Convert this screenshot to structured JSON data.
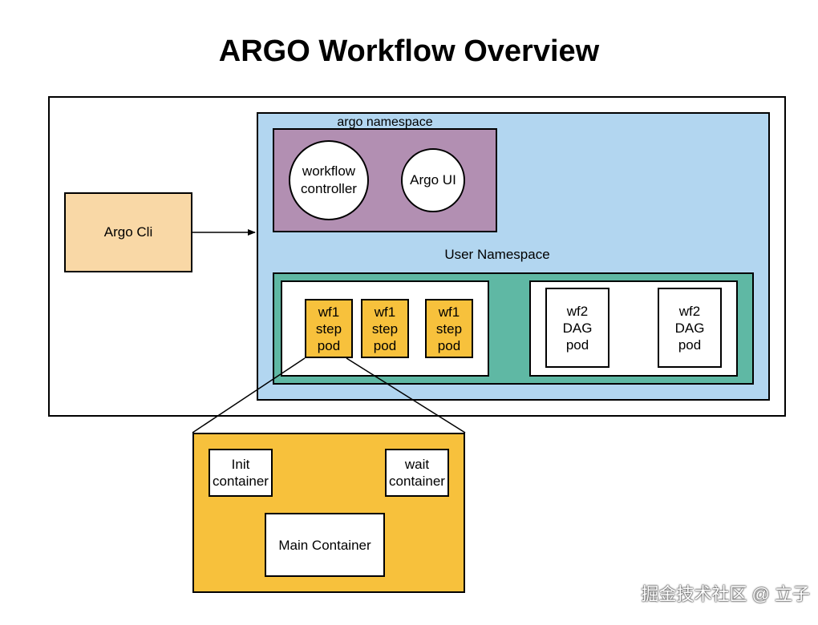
{
  "title": "ARGO Workflow Overview",
  "argo_namespace": {
    "label": "argo namespace",
    "workflow_controller": "workflow\ncontroller",
    "argo_ui": "Argo UI"
  },
  "argo_cli": "Argo Cli",
  "user_namespace": {
    "label": "User Namespace",
    "wf1_pods": [
      "wf1\nstep\npod",
      "wf1\nstep\npod",
      "wf1\nstep\npod"
    ],
    "wf2_pods": [
      "wf2\nDAG\npod",
      "wf2\nDAG\npod"
    ]
  },
  "pod_detail": {
    "init_container": "Init\ncontainer",
    "wait_container": "wait\ncontainer",
    "main_container": "Main Container"
  },
  "watermark": "掘金技术社区 @ 立子",
  "colors": {
    "cluster": "#b2d6f0",
    "argo_namespace": "#b28fb2",
    "argo_cli": "#f9d8a6",
    "user_namespace": "#5fb8a4",
    "pod": "#f7c13c"
  }
}
